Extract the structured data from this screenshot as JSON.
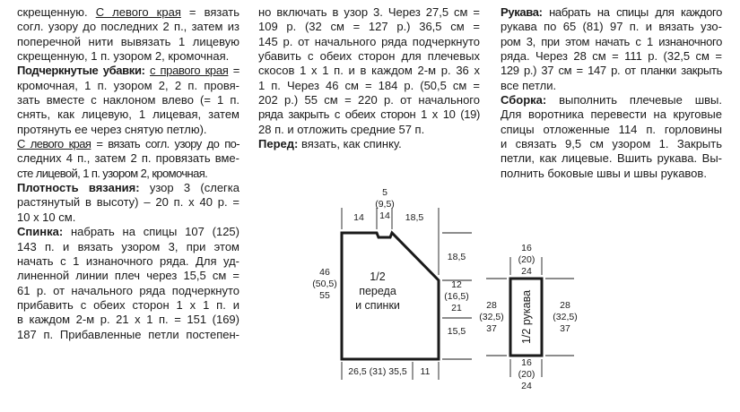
{
  "col1": {
    "l1a": "скрещенную. ",
    "l1b": "С левого края",
    "l1c": " = вязать",
    "l2": "согл. узору до последних 2 п., затем из",
    "l3": "поперечной нити вывязать 1 лицевую",
    "l4": "скрещенную, 1 п. узором 2, кромочная.",
    "l5a": "Подчеркнутые убавки:",
    "l5b": "с правого края",
    "l5c": " =",
    "l6": "кромочная, 1 п. узором 2, 2 п. провя-",
    "l7": "зать вместе с наклоном влево (= 1 п.",
    "l8": "снять, как лицевую, 1 лицевая, затем",
    "l9": "протянуть ее через снятую петлю).",
    "l10a": "С левого края",
    "l10b": " = вязать согл. узору до по-",
    "l11": "следних 4 п., затем 2 п. провязать вме-",
    "l12": "сте лицевой, 1 п. узором 2, кромочная.",
    "l13a": "Плотность вязания:",
    "l13b": " узор 3 (слегка",
    "l14": "растянутый в высоту) – 20 п. х 40 р. =",
    "l15": "10 х 10 см.",
    "l16a": "Спинка:",
    "l16b": " набрать на спицы 107 (125)",
    "l17": "143 п. и вязать узором 3, при этом",
    "l18": "начать с 1 изнаночного ряда. Для уд-",
    "l19": "линенной линии плеч через 15,5 см =",
    "l20": "61 р. от начального ряда подчеркнуто",
    "l21": "прибавить с обеих сторон 1 х 1 п. и",
    "l22": "в каждом 2-м р. 21 х 1 п. = 151 (169)",
    "l23": "187 п. Прибавленные петли постепен-"
  },
  "col2": {
    "l1": "но включать в узор 3. Через 27,5 см =",
    "l2": "109 р. (32 см = 127 р.) 36,5 см =",
    "l3": "145 р. от начального ряда подчеркнуто",
    "l4": "убавить с обеих сторон для плечевых",
    "l5": "скосов 1 х 1 п. и в каждом 2-м р. 36 х",
    "l6": "1 п. Через 46 см = 184 р. (50,5 см =",
    "l7": "202 р.) 55 см = 220 р. от начального",
    "l8": "ряда закрыть с обеих сторон 1 х 10 (19)",
    "l9": "28 п. и отложить средние 57 п.",
    "l10a": "Перед:",
    "l10b": " вязать, как спинку."
  },
  "col3": {
    "l1a": "Рукава:",
    "l1b": " набрать на спицы для каждого",
    "l2": "рукава по 65 (81) 97 п. и вязать узо-",
    "l3": "ром 3, при этом начать с 1 изнаночного",
    "l4": "ряда. Через 28 см = 111 р. (32,5 см =",
    "l5": "129 р.) 37 см = 147 р. от планки закрыть",
    "l6": "все петли.",
    "l7a": "Сборка:",
    "l7b": " выполнить плечевые швы.",
    "l8": "Для воротника перевести на круговые",
    "l9": "спицы отложенные 114 п. горловины",
    "l10": "и связать 9,5 см узором 1. Закрыть",
    "l11": "петли, как лицевые. Вшить рукава. Вы-",
    "l12": "полнить боковые швы и швы рукавов."
  },
  "diagram_body": {
    "top_neck": [
      "5",
      "(9,5)",
      "14"
    ],
    "top_left": "14",
    "top_mid": "14",
    "top_right": "18,5",
    "left_dim": [
      "46",
      "(50,5)",
      "55"
    ],
    "right_top": "18,5",
    "right_mid": [
      "12",
      "(16,5)",
      "21"
    ],
    "right_low": "15,5",
    "bottom_width": "26,5 (31) 35,5",
    "bottom_right": "11",
    "label": [
      "1/2",
      "переда",
      "и спинки"
    ]
  },
  "diagram_sleeve": {
    "top": [
      "16",
      "(20)",
      "24"
    ],
    "left": [
      "28",
      "(32,5)",
      "37"
    ],
    "right": [
      "28",
      "(32,5)",
      "37"
    ],
    "bottom": [
      "16",
      "(20)",
      "24"
    ],
    "label": "1/2 рукава"
  }
}
